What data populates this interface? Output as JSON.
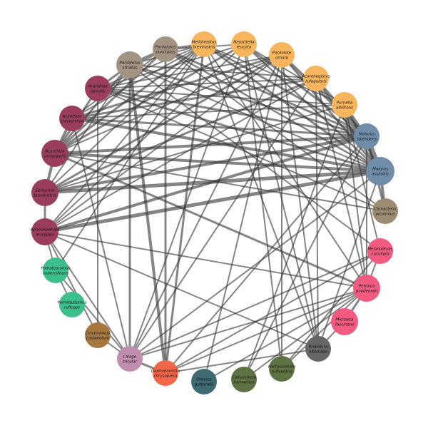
{
  "nodes": [
    {
      "id": "mb",
      "label": [
        "Melithreptus",
        "brevirostris"
      ],
      "color": "#F7B55E"
    },
    {
      "id": "nl",
      "label": [
        "Neosittella",
        "leucota"
      ],
      "color": "#F7B55E"
    },
    {
      "id": "po",
      "label": [
        "Pardalote",
        "ornata"
      ],
      "color": "#F7B55E"
    },
    {
      "id": "ar",
      "label": [
        "Acanthogenys",
        "rufogularis"
      ],
      "color": "#F7B55E"
    },
    {
      "id": "pa",
      "label": [
        "Purnella",
        "albifrons"
      ],
      "color": "#F7B55E"
    },
    {
      "id": "ms",
      "label": [
        "Malurus",
        "splendens"
      ],
      "color": "#6F8CA8"
    },
    {
      "id": "ma",
      "label": [
        "Malurus",
        "assimilis"
      ],
      "color": "#6F8CA8"
    },
    {
      "id": "cp",
      "label": [
        "Climacteris",
        "picumnus"
      ],
      "color": "#9C8C74"
    },
    {
      "id": "mc",
      "label": [
        "Melanodryas",
        "cucullata"
      ],
      "color": "#F25A80"
    },
    {
      "id": "pg",
      "label": [
        "Petroica",
        "goodenovii"
      ],
      "color": "#F25A80"
    },
    {
      "id": "mf",
      "label": [
        "Microeca",
        "fascinans"
      ],
      "color": "#F25A80"
    },
    {
      "id": "ra",
      "label": [
        "Rhipidura",
        "albiscapa"
      ],
      "color": "#666666"
    },
    {
      "id": "pr",
      "label": [
        "Pachycephala",
        "rufiventris"
      ],
      "color": "#5E7343"
    },
    {
      "id": "ch",
      "label": [
        "Colluricincla",
        "harmonica"
      ],
      "color": "#5E7343"
    },
    {
      "id": "og",
      "label": [
        "Oreoica",
        "gutturalis"
      ],
      "color": "#3E6B72"
    },
    {
      "id": "dc",
      "label": [
        "Daphoenositta",
        "chrysoptera"
      ],
      "color": "#F2664A"
    },
    {
      "id": "lt",
      "label": [
        "Lalage",
        "tricolor"
      ],
      "color": "#C08DAF"
    },
    {
      "id": "cc",
      "label": [
        "Cincloramus",
        "castanotum"
      ],
      "color": "#A77740"
    },
    {
      "id": "pru",
      "label": [
        "Pomatostomus",
        "ruficeps"
      ],
      "color": "#3DBF8C"
    },
    {
      "id": "ps",
      "label": [
        "Pomatostomus",
        "superciliosus"
      ],
      "color": "#3DBF8C"
    },
    {
      "id": "ac",
      "label": [
        "Aphelocephala",
        "leucopsis"
      ],
      "color": "#9B3E5C"
    },
    {
      "id": "sb",
      "label": [
        "Sericornis",
        "brevirostris"
      ],
      "color": "#9B3E5C"
    },
    {
      "id": "au",
      "label": [
        "Acanthiza",
        "uropygialis"
      ],
      "color": "#9B3E5C"
    },
    {
      "id": "ach",
      "label": [
        "Acanthiza",
        "chrysorrhoa"
      ],
      "color": "#9B3E5C"
    },
    {
      "id": "aa",
      "label": [
        "Acanthiza",
        "apicalis"
      ],
      "color": "#9B3E5C"
    },
    {
      "id": "ps2",
      "label": [
        "Pardalotus",
        "striatus"
      ],
      "color": "#A39383"
    },
    {
      "id": "pp",
      "label": [
        "Pardalotus",
        "punctatus"
      ],
      "color": "#A39383"
    }
  ],
  "edges": [
    [
      "ma",
      "ms",
      7
    ],
    [
      "ma",
      "sb",
      5
    ],
    [
      "ma",
      "ac",
      5
    ],
    [
      "ma",
      "au",
      4
    ],
    [
      "ma",
      "ach",
      4
    ],
    [
      "ma",
      "aa",
      3
    ],
    [
      "ma",
      "pa",
      3
    ],
    [
      "ma",
      "ar",
      3
    ],
    [
      "ma",
      "po",
      3
    ],
    [
      "ma",
      "nl",
      2.5
    ],
    [
      "ma",
      "mb",
      3
    ],
    [
      "ma",
      "pp",
      2.5
    ],
    [
      "ma",
      "ps2",
      2
    ],
    [
      "ma",
      "cp",
      4
    ],
    [
      "ma",
      "ra",
      2
    ],
    [
      "ma",
      "lt",
      2
    ],
    [
      "ms",
      "sb",
      4
    ],
    [
      "ms",
      "au",
      4
    ],
    [
      "ms",
      "ach",
      3
    ],
    [
      "ms",
      "aa",
      3
    ],
    [
      "ms",
      "ac",
      4
    ],
    [
      "ms",
      "ps2",
      3
    ],
    [
      "ms",
      "pp",
      3
    ],
    [
      "ms",
      "mb",
      3
    ],
    [
      "ms",
      "nl",
      3
    ],
    [
      "ms",
      "po",
      4
    ],
    [
      "ms",
      "ar",
      3
    ],
    [
      "ms",
      "pa",
      3
    ],
    [
      "ms",
      "pg",
      2
    ],
    [
      "ms",
      "dc",
      2
    ],
    [
      "ms",
      "cp",
      3
    ],
    [
      "au",
      "pg",
      3
    ],
    [
      "au",
      "mb",
      3
    ],
    [
      "au",
      "nl",
      3
    ],
    [
      "au",
      "ach",
      4
    ],
    [
      "au",
      "sb",
      4
    ],
    [
      "au",
      "ps2",
      3
    ],
    [
      "au",
      "pp",
      3
    ],
    [
      "au",
      "po",
      2
    ],
    [
      "au",
      "aa",
      3
    ],
    [
      "ach",
      "po",
      3
    ],
    [
      "ach",
      "ar",
      3
    ],
    [
      "ach",
      "mb",
      2
    ],
    [
      "ach",
      "pa",
      2
    ],
    [
      "ach",
      "pp",
      2
    ],
    [
      "aa",
      "ar",
      2
    ],
    [
      "aa",
      "pa",
      2
    ],
    [
      "aa",
      "nl",
      2
    ],
    [
      "aa",
      "po",
      2
    ],
    [
      "aa",
      "mb",
      2
    ],
    [
      "aa",
      "ps2",
      3
    ],
    [
      "sb",
      "ar",
      3
    ],
    [
      "sb",
      "po",
      3
    ],
    [
      "sb",
      "pa",
      2
    ],
    [
      "sb",
      "ac",
      3
    ],
    [
      "sb",
      "mb",
      2
    ],
    [
      "sb",
      "ps2",
      2
    ],
    [
      "ac",
      "pg",
      2
    ],
    [
      "ac",
      "ra",
      2
    ],
    [
      "ac",
      "lt",
      2
    ],
    [
      "ac",
      "cc",
      2
    ],
    [
      "ac",
      "ps",
      2
    ],
    [
      "ac",
      "po",
      2
    ],
    [
      "ac",
      "ar",
      2
    ],
    [
      "ac",
      "nl",
      2
    ],
    [
      "ac",
      "mb",
      2
    ],
    [
      "ps2",
      "pp",
      5
    ],
    [
      "ps2",
      "dc",
      4
    ],
    [
      "ps2",
      "lt",
      3
    ],
    [
      "ps2",
      "mb",
      2
    ],
    [
      "ps2",
      "ar",
      2
    ],
    [
      "pp",
      "mb",
      3
    ],
    [
      "pp",
      "nl",
      2
    ],
    [
      "pp",
      "dc",
      3
    ],
    [
      "mb",
      "dc",
      3
    ],
    [
      "mb",
      "pa",
      2
    ],
    [
      "mb",
      "ps",
      2
    ],
    [
      "mb",
      "pg",
      2
    ],
    [
      "mb",
      "ra",
      2
    ],
    [
      "nl",
      "lt",
      2
    ],
    [
      "nl",
      "pr",
      2
    ],
    [
      "nl",
      "ra",
      2
    ],
    [
      "nl",
      "pa",
      2
    ],
    [
      "po",
      "pr",
      2
    ],
    [
      "po",
      "lt",
      2
    ],
    [
      "po",
      "og",
      2
    ],
    [
      "po",
      "ra",
      2
    ],
    [
      "ar",
      "lt",
      2
    ],
    [
      "ar",
      "ra",
      2
    ],
    [
      "ar",
      "pg",
      2
    ],
    [
      "pa",
      "pg",
      2
    ],
    [
      "pa",
      "ch",
      2
    ],
    [
      "pa",
      "mc",
      2
    ],
    [
      "cp",
      "pp",
      2
    ],
    [
      "cp",
      "aa",
      2
    ],
    [
      "cp",
      "au",
      2
    ],
    [
      "mc",
      "pg",
      2
    ],
    [
      "mc",
      "lt",
      2
    ],
    [
      "mc",
      "ps2",
      2
    ],
    [
      "pg",
      "lt",
      2
    ],
    [
      "pg",
      "dc",
      2
    ],
    [
      "pg",
      "ch",
      2
    ],
    [
      "pg",
      "pr",
      2
    ],
    [
      "pg",
      "og",
      2
    ],
    [
      "pg",
      "mf",
      3
    ],
    [
      "ra",
      "mf",
      2
    ],
    [
      "ra",
      "dc",
      2
    ],
    [
      "lt",
      "dc",
      3
    ],
    [
      "lt",
      "ach",
      2
    ],
    [
      "lt",
      "cc",
      2
    ],
    [
      "ps",
      "pru",
      2
    ],
    [
      "ps",
      "lt",
      2
    ],
    [
      "cc",
      "aa",
      2
    ],
    [
      "dc",
      "mc",
      2
    ],
    [
      "pr",
      "mc",
      2
    ],
    [
      "ch",
      "ms",
      2
    ]
  ]
}
